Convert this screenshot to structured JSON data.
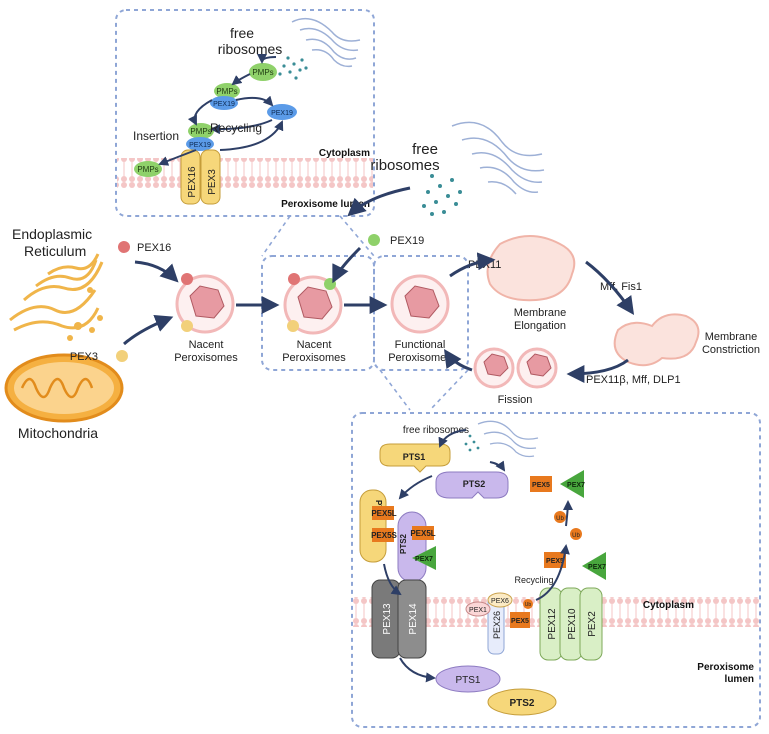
{
  "top_inset": {
    "free_ribosomes_line1": "free",
    "free_ribosomes_line2": "ribosomes",
    "pmps": "PMPs",
    "pex19": "PEX19",
    "recycling": "Recycling",
    "insertion": "Insertion",
    "pex16": "PEX16",
    "pex3": "PEX3",
    "cytoplasm": "Cytoplasm",
    "peroxisome_lumen": "Peroxisome lumen"
  },
  "main": {
    "free_ribosomes_line1": "free",
    "free_ribosomes_line2": "ribosomes",
    "er_line1": "Endoplasmic",
    "er_line2": "Reticulum",
    "pex16": "PEX16",
    "pex3": "PEX3",
    "pex19": "PEX19",
    "mitochondria": "Mitochondria",
    "nacent1_line1": "Nacent",
    "nacent1_line2": "Peroxisomes",
    "nacent2_line1": "Nacent",
    "nacent2_line2": "Peroxisomes",
    "functional_line1": "Functional",
    "functional_line2": "Peroxisomes",
    "pex11": "PEX11",
    "membrane_elongation_line1": "Membrane",
    "membrane_elongation_line2": "Elongation",
    "mff_fis1": "Mff, Fis1",
    "membrane_constriction_line1": "Membrane",
    "membrane_constriction_line2": "Constriction",
    "pex11b": "PEX11β, Mff, DLP1",
    "fission": "Fission"
  },
  "bottom_inset": {
    "free_ribosomes": "free ribosomes",
    "pts1": "PTS1",
    "pts2": "PTS2",
    "pex5l": "PEX5L",
    "pex5s": "PEX5S",
    "pex7": "PEX7",
    "pex5": "PEX5",
    "ub": "Ub",
    "recycling": "Recycling",
    "pex1": "PEX1",
    "pex6": "PEX6",
    "pex26": "PEX26",
    "pex13": "PEX13",
    "pex14": "PEX14",
    "pex12": "PEX12",
    "pex10": "PEX10",
    "pex2": "PEX2",
    "cytoplasm": "Cytoplasm",
    "peroxisome_lumen_line1": "Peroxisome",
    "peroxisome_lumen_line2": "lumen"
  },
  "colors": {
    "arrow": "#2e3f66",
    "dash": "#8fa6d6",
    "pmp_green": "#8fd16a",
    "pex19_blue": "#5b9be8",
    "membrane_pink": "#f4c6c6",
    "peroxisome_core": "#e79aa2",
    "pts1_yellow": "#f6d77a",
    "pts2_purple": "#c9b8ec",
    "pex5_orange": "#e8791e",
    "pex7_green": "#48a63d",
    "pore_gray": "#7a7a7a",
    "ring_green": "#d9efc6"
  }
}
